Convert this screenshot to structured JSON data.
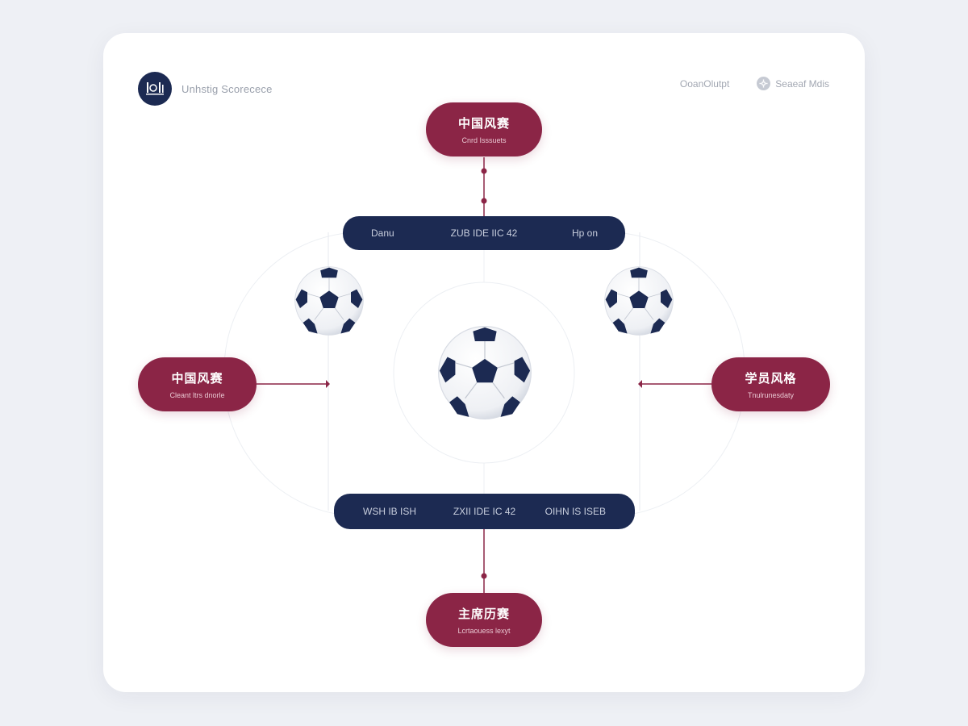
{
  "header": {
    "brand_name": "Unhstig Scorecece",
    "links": [
      {
        "label": "OoanOlutpt",
        "icon": "none"
      },
      {
        "label": "Seaeaf Mdis",
        "icon": "settings-icon"
      }
    ]
  },
  "diagram": {
    "nodes": {
      "top": {
        "title": "中国风赛",
        "subtitle": "Cnrd Isssuets"
      },
      "left": {
        "title": "中国风赛",
        "subtitle": "Cleant ltrs dnorle"
      },
      "right": {
        "title": "学员风格",
        "subtitle": "Tnulrunesdaty"
      },
      "bottom": {
        "title": "主席历赛",
        "subtitle": "Lcrtaouess lexyt"
      }
    },
    "bars": {
      "top": {
        "left": "Danu",
        "center": "ZUB IDE IIC 42",
        "right": "Hp on"
      },
      "bottom": {
        "left": "WSH IB ISH",
        "center": "ZXII IDE IC 42",
        "right": "OIHN IS ISEB"
      }
    },
    "icons": {
      "center": "soccer-ball-icon",
      "left": "soccer-ball-icon",
      "right": "soccer-ball-icon"
    }
  },
  "colors": {
    "navy": "#1c2a52",
    "crimson": "#8b2546",
    "background": "#eef0f5",
    "card": "#ffffff"
  }
}
